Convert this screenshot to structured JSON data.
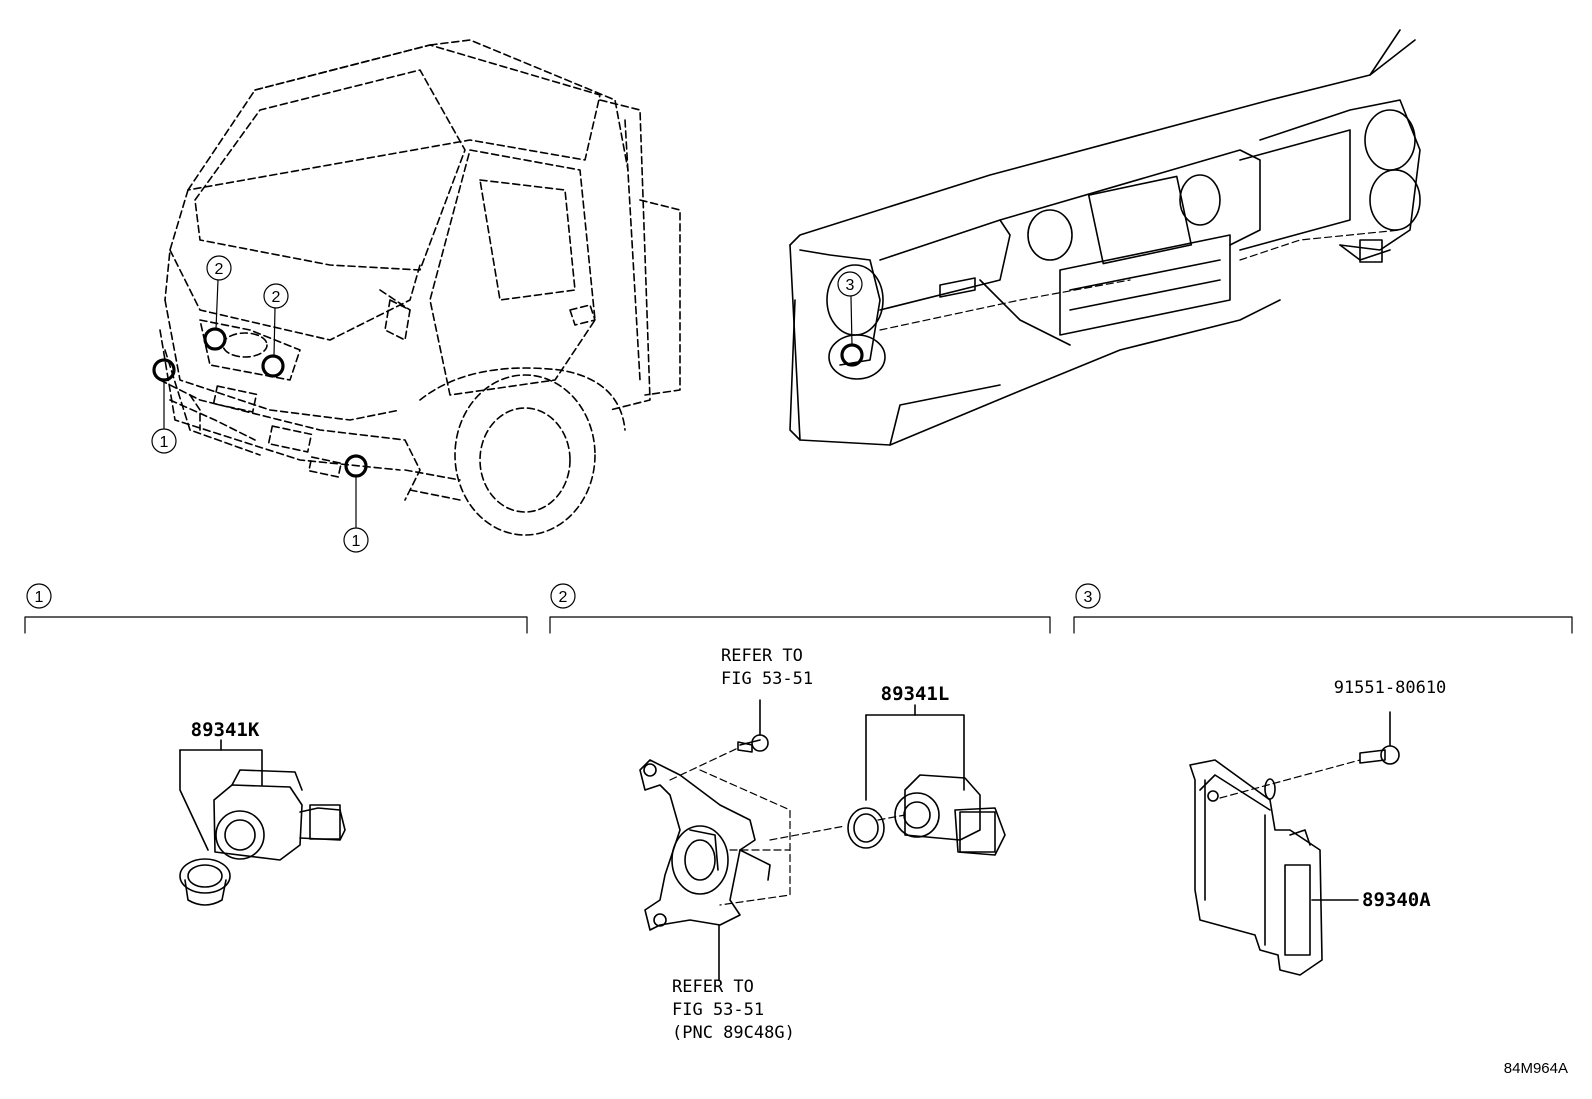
{
  "callouts": {
    "one": "1",
    "two": "2",
    "three": "3"
  },
  "sections": {
    "one": {
      "part": "89341K"
    },
    "two": {
      "refer_top_line1": "REFER TO",
      "refer_top_line2": "FIG 53-51",
      "part": "89341L",
      "refer_bottom_line1": "REFER TO",
      "refer_bottom_line2": "FIG 53-51",
      "refer_bottom_line3": "(PNC 89C48G)"
    },
    "three": {
      "bolt_part": "91551-80610",
      "part": "89340A"
    }
  },
  "diagram_code": "84M964A"
}
